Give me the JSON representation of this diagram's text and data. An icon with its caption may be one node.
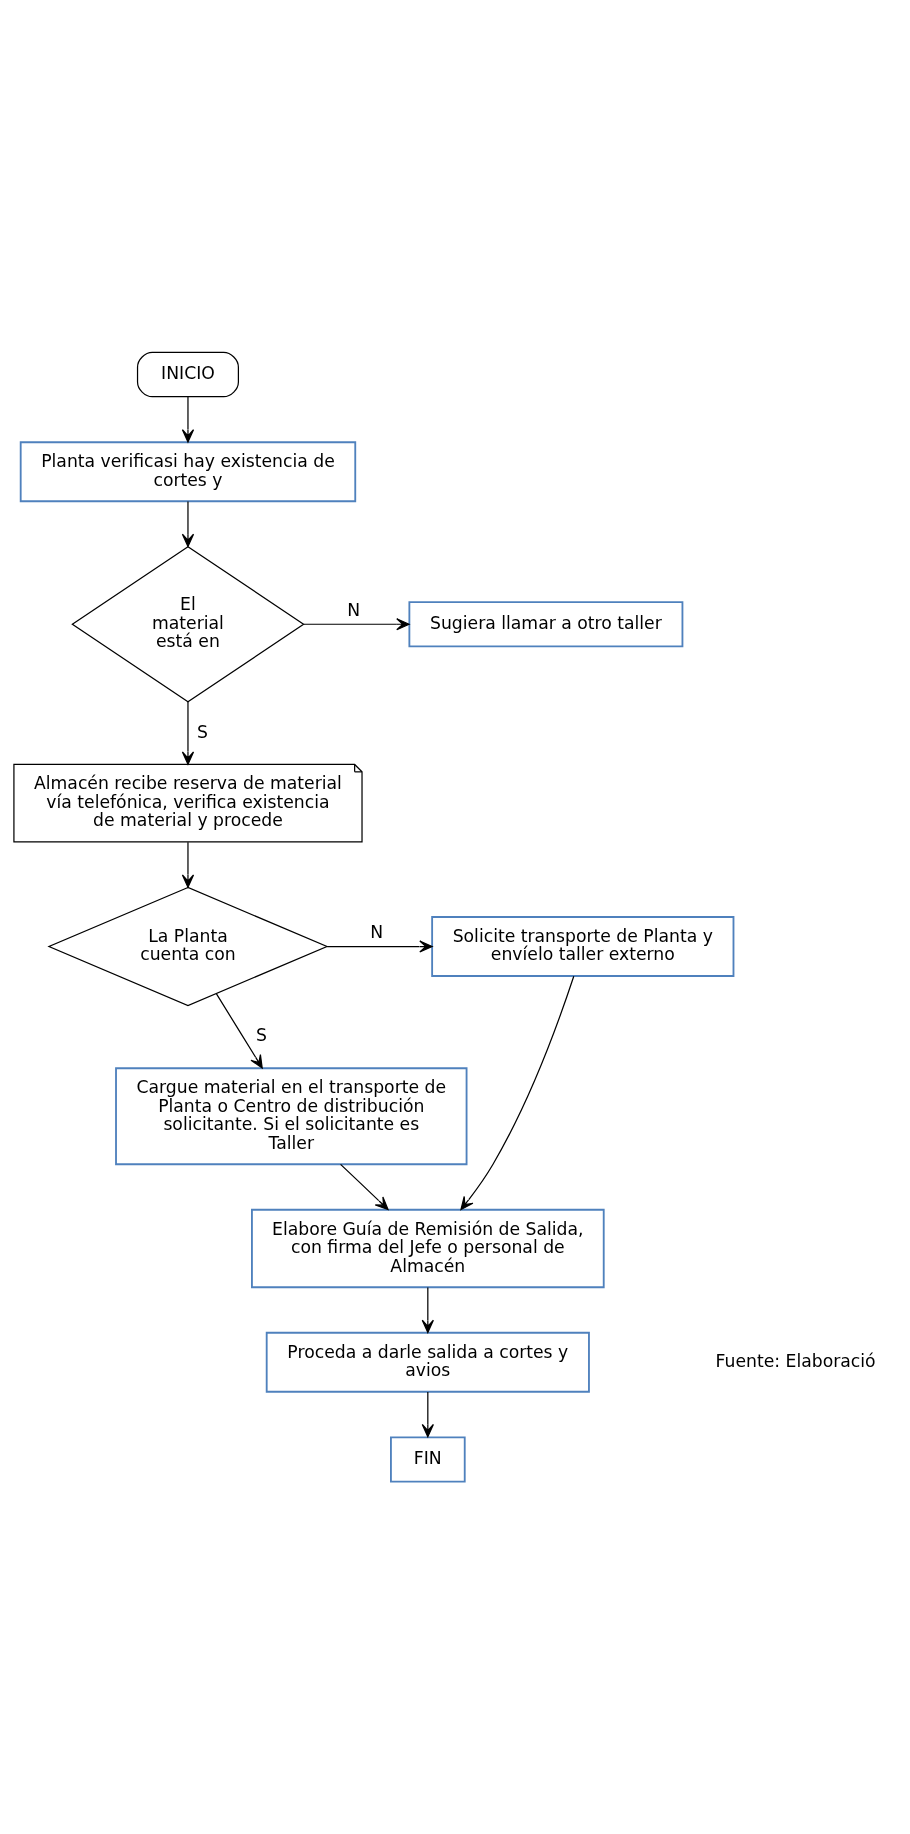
{
  "diagram": {
    "nodes": [
      {
        "text": [
          "INICIO"
        ]
      },
      {
        "text": [
          "Planta verificasi hay existencia de cortes y"
        ]
      },
      {
        "text": [
          "El material está en"
        ]
      },
      {
        "text": [
          "Sugiera llamar a otro taller"
        ]
      },
      {
        "text": [
          "Almacén recibe reserva de material vía telefónica, verifica existencia de material y procede"
        ]
      },
      {
        "text": [
          "La Planta cuenta con"
        ]
      },
      {
        "text": [
          "Solicite transporte de Planta y envíelo taller externo"
        ]
      },
      {
        "text": [
          "Cargue material en el transporte de Planta o Centro de distribución solicitante. Si el solicitante es Taller"
        ]
      },
      {
        "text": [
          "Elabore Guía de Remisión de Salida, con firma del Jefe o personal de Almacén"
        ]
      },
      {
        "text": [
          "Proceda a darle salida a cortes y avios"
        ]
      },
      {
        "text": [
          "FIN"
        ]
      }
    ],
    "edges": [
      {
        "from": 0,
        "to": 1,
        "arrow": "to"
      },
      {
        "from": 1,
        "to": 2,
        "arrow": "to"
      },
      {
        "from": 2,
        "to": 3,
        "arrow": "to",
        "label": "N"
      },
      {
        "from": 2,
        "to": 4,
        "arrow": "to",
        "label": "S"
      },
      {
        "from": 4,
        "to": 5,
        "arrow": "to"
      },
      {
        "from": 5,
        "to": 6,
        "arrow": "to",
        "label": "N"
      },
      {
        "from": 5,
        "to": 7,
        "arrow": "to",
        "label": "S"
      },
      {
        "from": 7,
        "to": 8,
        "arrow": "to"
      },
      {
        "from": 6,
        "to": 8,
        "arrow": "to"
      },
      {
        "from": 8,
        "to": 9,
        "arrow": "to"
      },
      {
        "from": 9,
        "to": 10,
        "arrow": "to"
      }
    ],
    "labels": [
      "Fuente: Elaboració"
    ]
  }
}
